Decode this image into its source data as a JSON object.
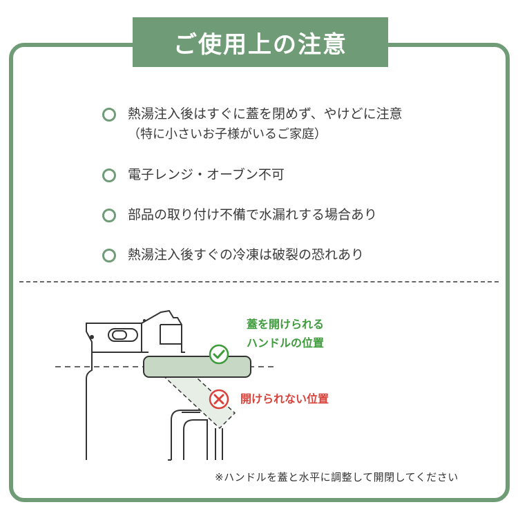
{
  "title": "ご使用上の注意",
  "notes": [
    {
      "text": "熱湯注入後はすぐに蓋を閉めず、やけどに注意",
      "sub": "（特に小さいお子様がいるご家庭）"
    },
    {
      "text": "電子レンジ・オーブン不可"
    },
    {
      "text": "部品の取り付け不備で水漏れする場合あり"
    },
    {
      "text": "熱湯注入後すぐの冷凍は破裂の恐れあり"
    }
  ],
  "diagram": {
    "ok_label_line1": "蓋を開けられる",
    "ok_label_line2": "ハンドルの位置",
    "ng_label": "開けられない位置"
  },
  "footnote": "※ハンドルを蓋と水平に調整して開閉してください",
  "colors": {
    "accent": "#6f9c76",
    "ok": "#3e9b3c",
    "ng": "#d9423a"
  },
  "icons": [
    "check-circle-icon",
    "cross-circle-icon",
    "ring-bullet-icon"
  ]
}
